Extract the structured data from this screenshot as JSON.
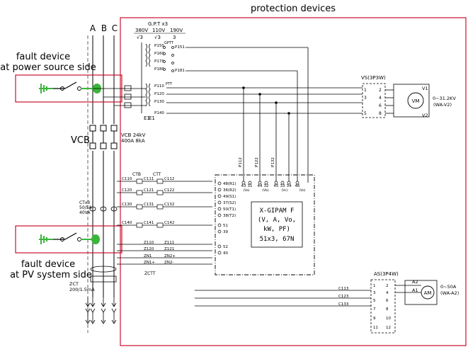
{
  "title": "protection devices",
  "bus_phases": [
    "A",
    "B",
    "C"
  ],
  "labels": {
    "fault_source_1": "fault device",
    "fault_source_2": "at power source side",
    "fault_pv_1": "fault device",
    "fault_pv_2": "at PV system side",
    "vcb": "VCB",
    "vcb_rating_1": "VCB  24kV",
    "vcb_rating_2": "400A  8kA",
    "gpt": "G.P.T x3",
    "gpt_ratio_1": "380V",
    "gpt_ratio_2": "110V",
    "gpt_ratio_3": "190V",
    "gpt_sqrt": "√3",
    "gpt_three": "3",
    "ctb": "CTB",
    "ctt": "CTT",
    "ct_rating_1": "CTx3",
    "ct_rating_2": "50/5A",
    "ct_rating_3": "40VA",
    "zct": "ZCT",
    "zct_rating": "200/1.5mA",
    "zctt": "ZCTT",
    "e1a": "E1",
    "e1b": "E1",
    "vs": "VS(3P3W)",
    "vm": "VM",
    "vm_range": "0~31.2KV",
    "vm_range_2": "(WA-V2)",
    "v1": "V1",
    "v2": "V2",
    "as": "AS(3P4W)",
    "am": "AM",
    "am_range": "0~50A",
    "am_range_2": "(WA-A2)",
    "a1": "A1",
    "a2": "A2"
  },
  "relay_box": [
    "X-GIPAM F",
    "(V, A, Vo,",
    "kW, PF)",
    "51x3, 67N"
  ],
  "gpt_terminals": [
    "P150",
    "P160",
    "P170",
    "P180",
    "P110",
    "P120",
    "P130",
    "P140"
  ],
  "gpt_terminals_right": [
    "P151",
    "P181"
  ],
  "gpt_pt_label": "PTT",
  "gpt_gptt_label": "GPTT",
  "relay_left_terminals": [
    "48(R1)",
    "36(R2)",
    "49(S1)",
    "37(S2)",
    "50(T1)",
    "38(T2)",
    "51",
    "39",
    "52",
    "40"
  ],
  "relay_top_terminals": [
    "43",
    "31",
    "44",
    "32",
    "45",
    "33",
    "34",
    "46"
  ],
  "relay_top_sub": [
    "(Va)",
    "(Vb)",
    "(Vc)",
    "(Vo)"
  ],
  "vertical_wires": [
    "P112",
    "P122",
    "P132"
  ],
  "ct_wires_left": [
    "C110",
    "C120",
    "C130",
    "C140"
  ],
  "ct_wires_mid": [
    "C111",
    "C121",
    "C131",
    "C141"
  ],
  "ct_wires_right": [
    "C112",
    "C122",
    "C132",
    "C142"
  ],
  "zct_wires": [
    "Z110",
    "Z120",
    "ZN1",
    "ZN1+"
  ],
  "zct_wires_right": [
    "Z111",
    "Z121",
    "ZN2+",
    "ZN2-"
  ],
  "as_wires": [
    "C113",
    "C123",
    "C133"
  ],
  "vs_terminals_left": [
    "1",
    "3",
    "5"
  ],
  "vs_terminals_right": [
    "2",
    "4",
    "6",
    "8"
  ],
  "as_terminals_left": [
    "1",
    "3",
    "5",
    "7",
    "9",
    "11"
  ],
  "as_terminals_right": [
    "2",
    "4",
    "6",
    "8",
    "10",
    "12"
  ]
}
